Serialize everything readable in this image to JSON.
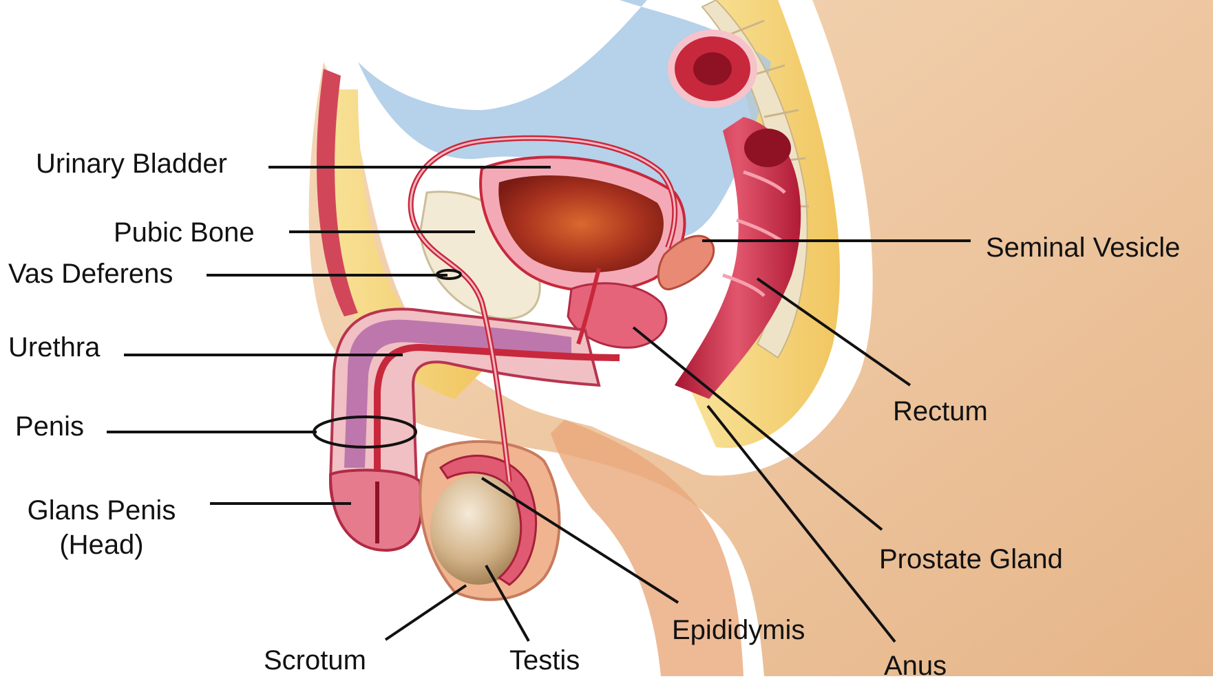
{
  "colors": {
    "background": "#ffffff",
    "leader_line": "#111111",
    "label_text": "#111111",
    "skin_outer": "#e9b98a",
    "fat_yellow": "#f5d67a",
    "muscle_red": "#c8283c",
    "peritoneum_blue": "#a9c9e6",
    "bone_ivory": "#f2ead4",
    "testis_tan": "#c9a97c"
  },
  "labels": {
    "urinary_bladder": "Urinary Bladder",
    "pubic_bone": "Pubic Bone",
    "vas_deferens": "Vas Deferens",
    "urethra": "Urethra",
    "penis": "Penis",
    "glans_penis_line1": "Glans Penis",
    "glans_penis_line2": "(Head)",
    "seminal_vesicle": "Seminal Vesicle",
    "rectum": "Rectum",
    "prostate_gland": "Prostate Gland",
    "epididymis": "Epididymis",
    "anus": "Anus",
    "scrotum": "Scrotum",
    "testis": "Testis"
  }
}
